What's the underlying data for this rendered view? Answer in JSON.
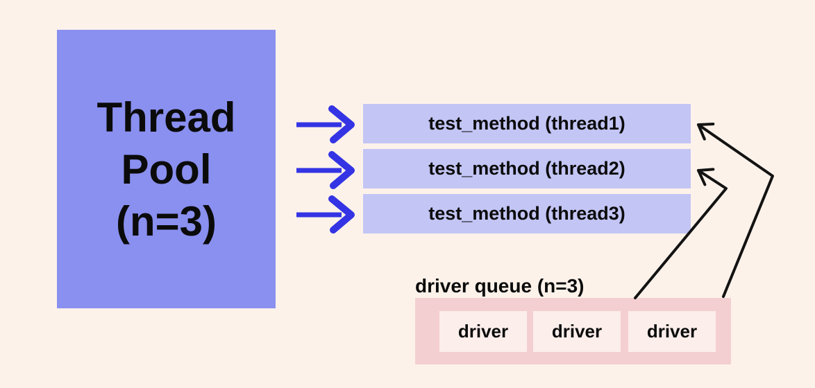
{
  "colors": {
    "background": "#FDF2EA",
    "pool_fill": "#8A90F0",
    "bar_fill": "#C3C5F5",
    "arrow_blue": "#3434E4",
    "queue_fill": "#F4CFD2",
    "driver_fill": "#FBEEEB",
    "line_black": "#131313",
    "text": "#0B0B0B"
  },
  "thread_pool": {
    "line1": "Thread",
    "line2": "Pool",
    "line3": "(n=3)"
  },
  "threads": [
    {
      "label": "test_method (thread1)"
    },
    {
      "label": "test_method (thread2)"
    },
    {
      "label": "test_method (thread3)"
    }
  ],
  "driver_queue": {
    "label": "driver queue (n=3)",
    "items": [
      "driver",
      "driver",
      "driver"
    ]
  }
}
